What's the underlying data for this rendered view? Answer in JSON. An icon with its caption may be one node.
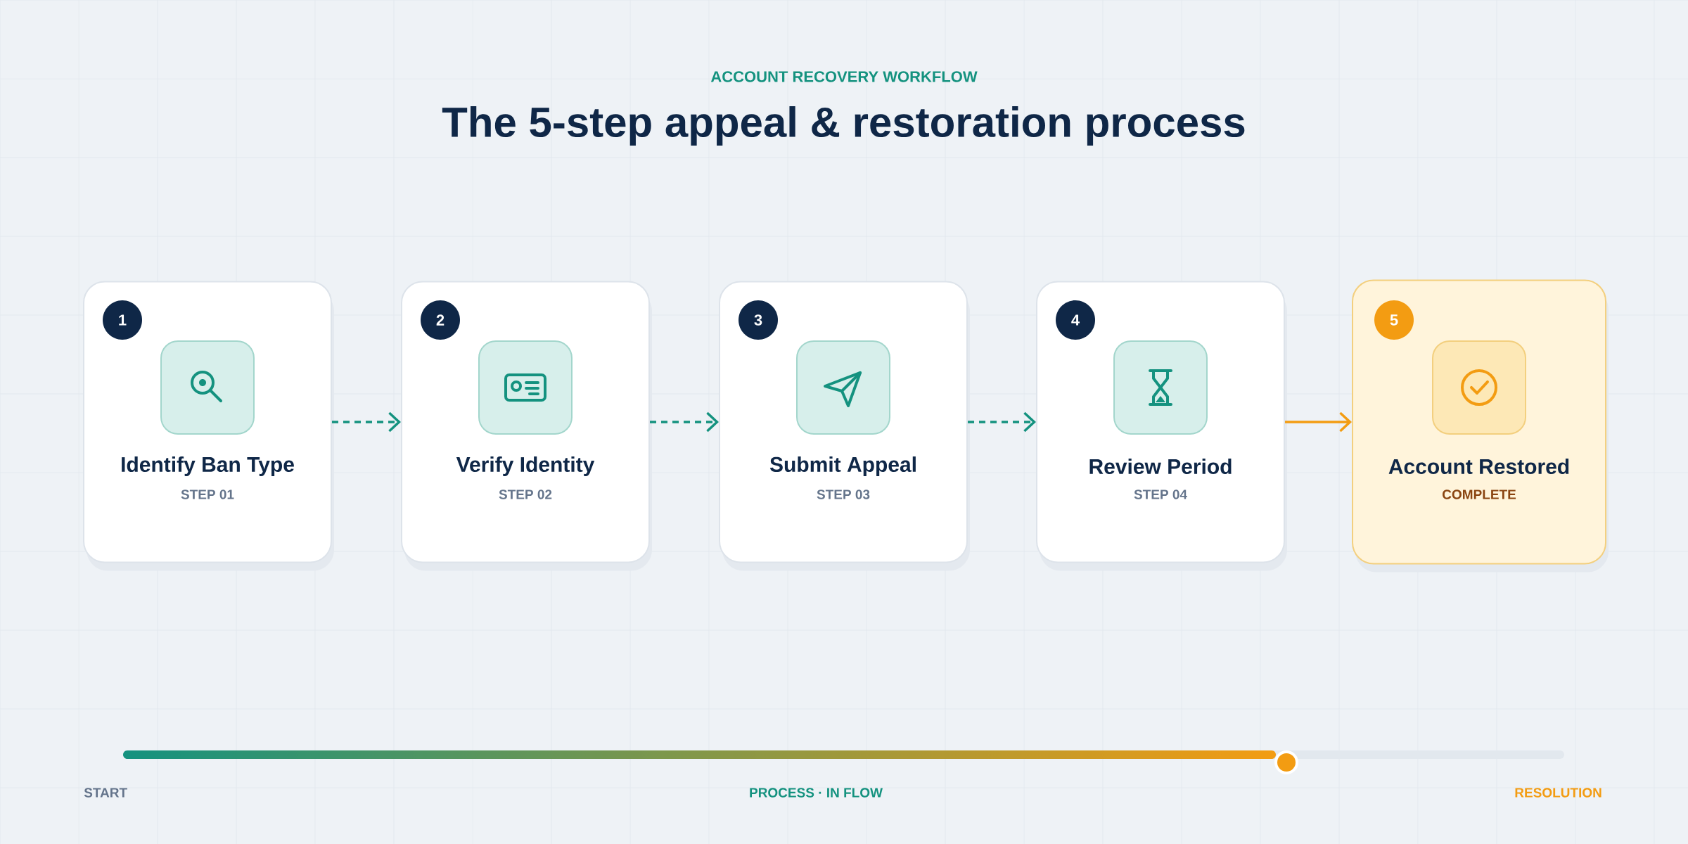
{
  "diagram": {
    "title": "The 5-step appeal & restoration process",
    "nodes": [
      {
        "text": [
          "Identify Ban Type",
          "STEP 01"
        ]
      },
      {
        "text": [
          "1"
        ],
        "in": 0
      },
      {
        "text": [
          "Verify Identity",
          "STEP 02"
        ]
      },
      {
        "text": [
          "2"
        ],
        "in": 2
      },
      {
        "text": [
          "Submit Appeal",
          "STEP 03"
        ]
      },
      {
        "text": [
          "3"
        ],
        "in": 4
      },
      {
        "text": [
          "Review Period",
          "STEP 04"
        ]
      },
      {
        "text": [
          "4"
        ],
        "in": 6
      },
      {
        "text": [
          "Account Restored",
          "COMPLETE"
        ]
      },
      {
        "text": [
          "5"
        ],
        "in": 8
      }
    ],
    "edges": [
      {
        "from": 0,
        "to": 2,
        "arrow": "to",
        "style": "dashed"
      },
      {
        "from": 2,
        "to": 4,
        "arrow": "to",
        "style": "dashed"
      },
      {
        "from": 4,
        "to": 6,
        "arrow": "to",
        "style": "dashed"
      },
      {
        "from": 6,
        "to": 8,
        "arrow": "to",
        "color": "#f39c12"
      }
    ],
    "labels": [
      "ACCOUNT RECOVERY WORKFLOW",
      "START",
      "PROCESS · IN FLOW",
      "RESOLUTION"
    ]
  }
}
